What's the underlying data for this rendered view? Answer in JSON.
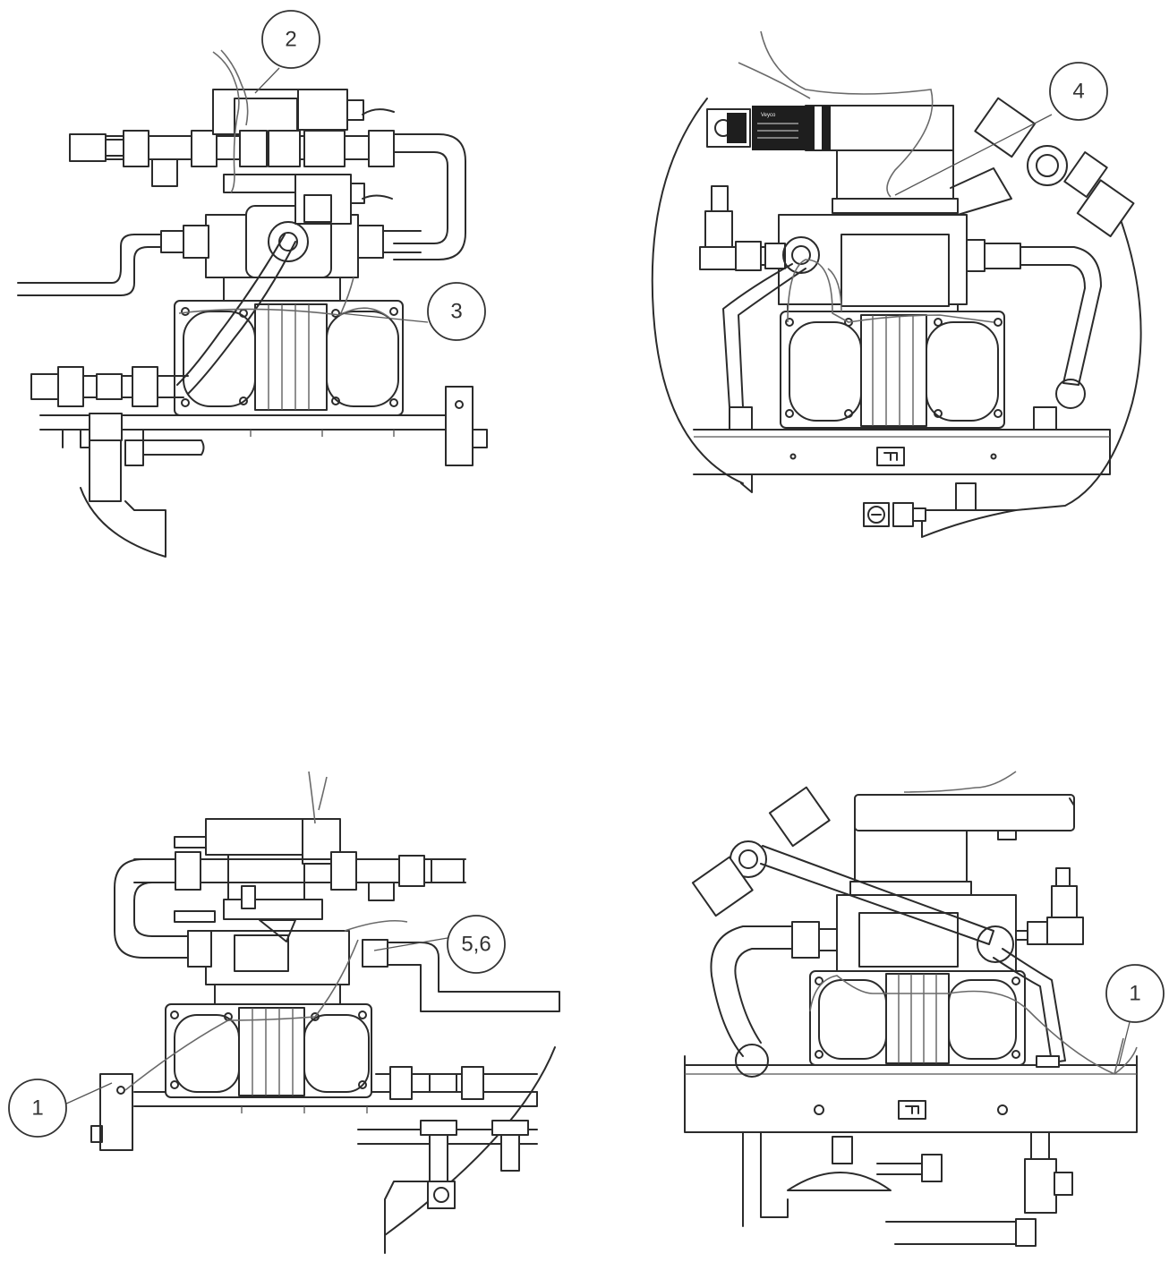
{
  "figure": {
    "views": [
      {
        "id": "top-left",
        "callouts": [
          {
            "label": "2"
          },
          {
            "label": "3"
          }
        ]
      },
      {
        "id": "top-right",
        "callouts": [
          {
            "label": "4"
          }
        ],
        "valve_label": [
          "Veyco",
          "",
          "",
          ""
        ]
      },
      {
        "id": "bottom-left",
        "callouts": [
          {
            "label": "5,6"
          },
          {
            "label": "1"
          }
        ]
      },
      {
        "id": "bottom-right",
        "callouts": [
          {
            "label": "1"
          }
        ]
      }
    ]
  }
}
